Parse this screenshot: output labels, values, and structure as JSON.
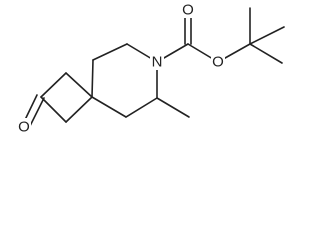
{
  "molecule": {
    "atoms": {
      "carbonyl_oxygen_ketone": "O",
      "ring_nitrogen": "N",
      "ester_carbonyl_oxygen": "O",
      "ester_ether_oxygen": "O"
    }
  }
}
